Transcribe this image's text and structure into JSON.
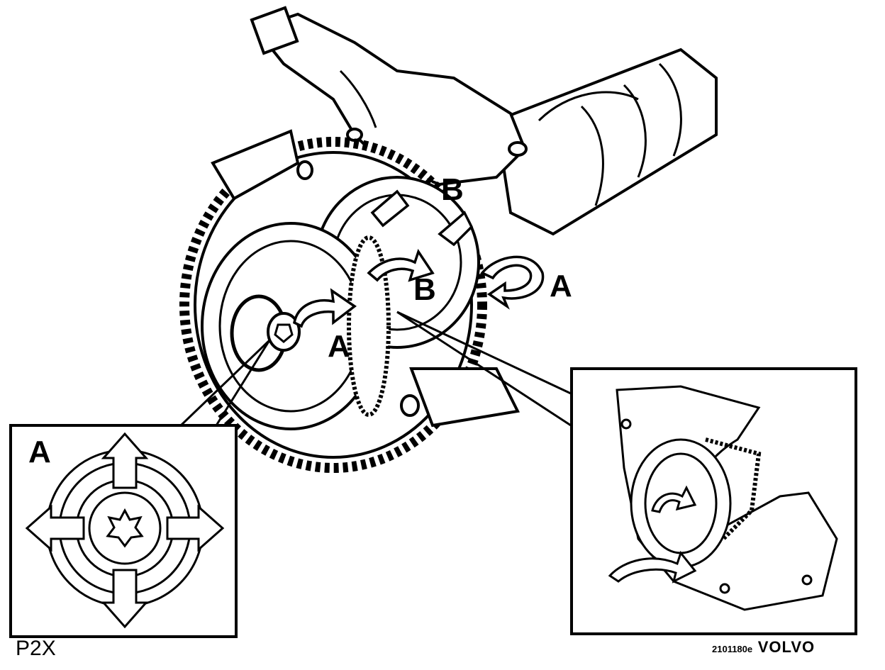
{
  "labels": {
    "A_main": "A",
    "B_top": "B",
    "B_mid": "B",
    "A_right": "A",
    "A_inset": "A"
  },
  "footer": {
    "code_left": "P2X",
    "ref": "2101180e",
    "brand": "VOLVO"
  }
}
